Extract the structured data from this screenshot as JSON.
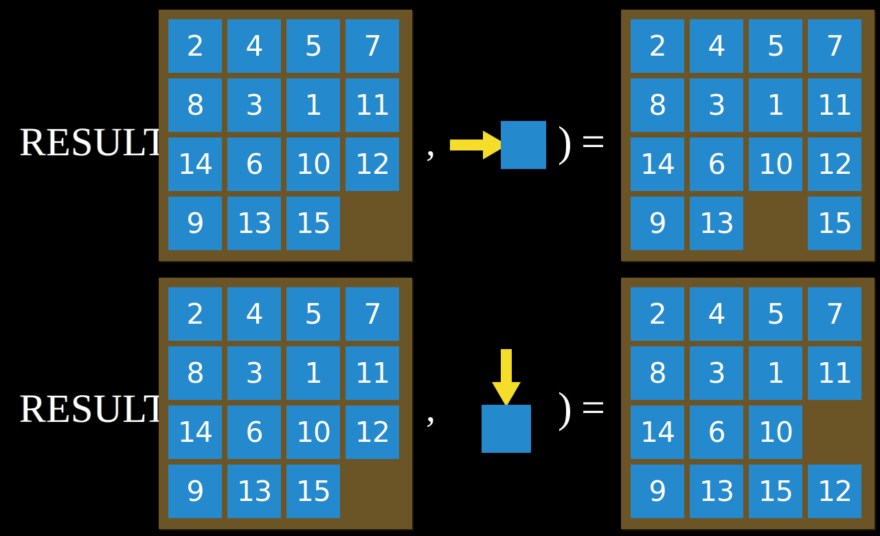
{
  "background_color": "#000000",
  "colors": {
    "tile": "#2489cd",
    "frame": "#6b5425",
    "arrow": "#f5dd2a",
    "text": "#ffffff"
  },
  "rows": [
    {
      "id": "row-1",
      "label": "RESULT(",
      "comma": ",",
      "close_paren": ")",
      "equals": "=",
      "operator": {
        "arrow_icon": "arrow-right-icon",
        "arrow_direction": "right",
        "tile_icon": "blank-tile-icon"
      },
      "input_grid": {
        "name": "input-grid-row-1",
        "cells": [
          [
            "2",
            "4",
            "5",
            "7"
          ],
          [
            "8",
            "3",
            "1",
            "11"
          ],
          [
            "14",
            "6",
            "10",
            "12"
          ],
          [
            "9",
            "13",
            "15",
            ""
          ]
        ]
      },
      "output_grid": {
        "name": "output-grid-row-1",
        "cells": [
          [
            "2",
            "4",
            "5",
            "7"
          ],
          [
            "8",
            "3",
            "1",
            "11"
          ],
          [
            "14",
            "6",
            "10",
            "12"
          ],
          [
            "9",
            "13",
            "",
            "15"
          ]
        ]
      }
    },
    {
      "id": "row-2",
      "label": "RESULT(",
      "comma": ",",
      "close_paren": ")",
      "equals": "=",
      "operator": {
        "arrow_icon": "arrow-down-icon",
        "arrow_direction": "down",
        "tile_icon": "blank-tile-icon"
      },
      "input_grid": {
        "name": "input-grid-row-2",
        "cells": [
          [
            "2",
            "4",
            "5",
            "7"
          ],
          [
            "8",
            "3",
            "1",
            "11"
          ],
          [
            "14",
            "6",
            "10",
            "12"
          ],
          [
            "9",
            "13",
            "15",
            ""
          ]
        ]
      },
      "output_grid": {
        "name": "output-grid-row-2",
        "cells": [
          [
            "2",
            "4",
            "5",
            "7"
          ],
          [
            "8",
            "3",
            "1",
            "11"
          ],
          [
            "14",
            "6",
            "10",
            ""
          ],
          [
            "9",
            "13",
            "15",
            "12"
          ]
        ]
      }
    }
  ]
}
